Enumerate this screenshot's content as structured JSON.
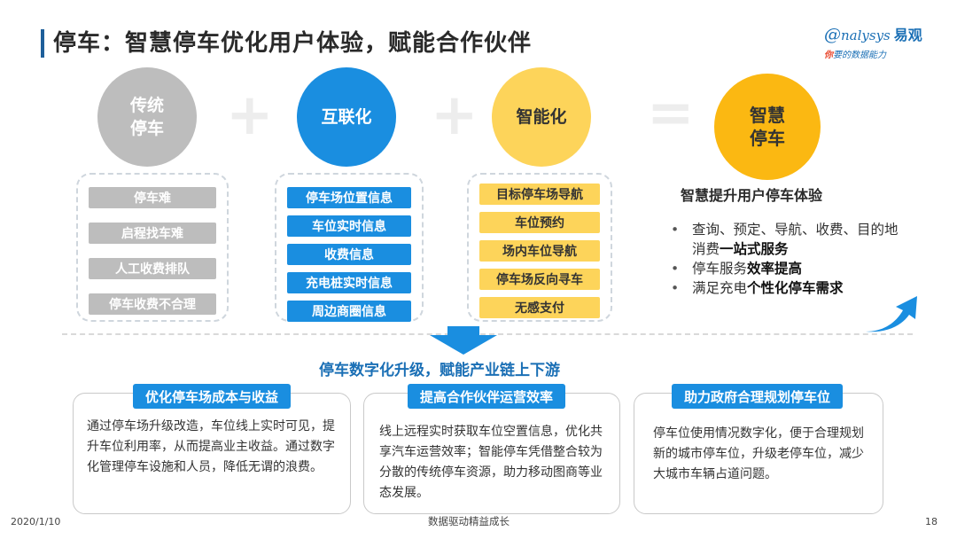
{
  "title": "停车：智慧停车优化用户体验，赋能合作伙伴",
  "logo": {
    "brand": "nalysys",
    "brand_cn": "易观",
    "slogan_lead": "你",
    "slogan_rest": "要的数据能力"
  },
  "colors": {
    "gray": "#bdbdbd",
    "blue": "#1a8ee0",
    "yellow": "#fdd45a",
    "orange": "#fbb812",
    "title_blue": "#1a6fb5"
  },
  "formula": {
    "circles": [
      "传统\n停车",
      "互联化",
      "智能化",
      "智慧\n停车"
    ],
    "operators": [
      "+",
      "+",
      "="
    ]
  },
  "traditional_issues": [
    "停车难",
    "启程找车难",
    "人工收费排队",
    "停车收费不合理"
  ],
  "internet_items": [
    "停车场位置信息",
    "车位实时信息",
    "收费信息",
    "充电桩实时信息",
    "周边商圈信息"
  ],
  "smart_items": [
    "目标停车场导航",
    "车位预约",
    "场内车位导航",
    "停车场反向寻车",
    "无感支付"
  ],
  "result": {
    "title": "智慧提升用户停车体验",
    "b1_pre": "查询、预定、导航、收费、目的地消费",
    "b1_bold": "一站式服务",
    "b2_pre": "停车服务",
    "b2_bold": "效率提高",
    "b3_pre": "满足充电",
    "b3_bold": "个性化停车需求"
  },
  "middle_title": "停车数字化升级，赋能产业链上下游",
  "benefits": [
    {
      "title": "优化停车场成本与收益",
      "text": "通过停车场升级改造，车位线上实时可见，提升车位利用率，从而提高业主收益。通过数字化管理停车设施和人员，降低无谓的浪费。"
    },
    {
      "title": "提高合作伙伴运营效率",
      "text": "线上远程实时获取车位空置信息，优化共享汽车运营效率；智能停车凭借整合较为分散的传统停车资源，助力移动图商等业态发展。"
    },
    {
      "title": "助力政府合理规划停车位",
      "text": "停车位使用情况数字化，便于合理规划新的城市停车位，升级老停车位，减少大城市车辆占道问题。"
    }
  ],
  "footer": {
    "date": "2020/1/10",
    "center": "数据驱动精益成长",
    "page": "18"
  }
}
